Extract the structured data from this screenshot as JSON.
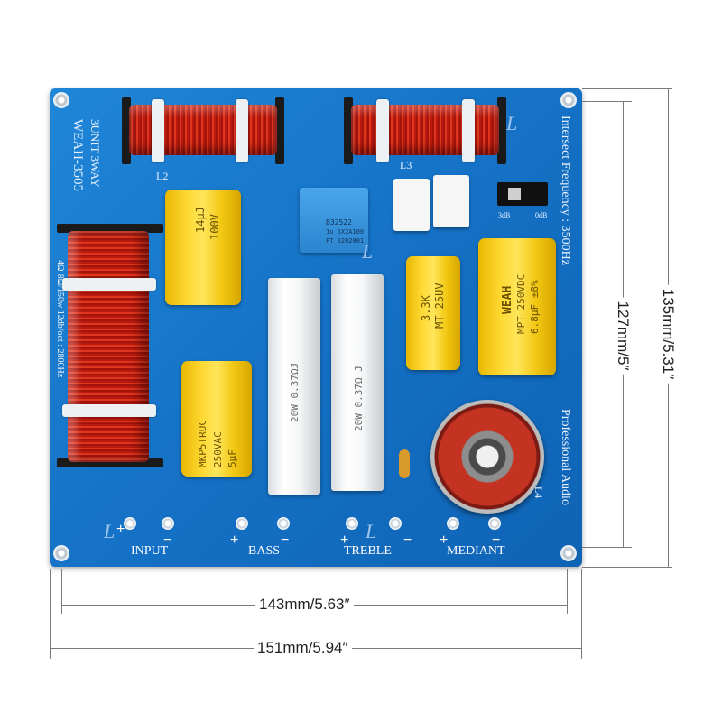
{
  "board": {
    "model": "WEAH-3505",
    "unit": "3UNIT 3WAY",
    "spec": "4Ω-8Ω/150w 12db/oct : 2800Hz",
    "intersect": "Intersect Frequency : 3500Hz",
    "brand_line": "Professional Audio",
    "coil_labels": [
      "L2",
      "L3",
      "L4"
    ],
    "switch_labels": [
      "3dB",
      "0dB"
    ],
    "terminals": [
      {
        "label": "INPUT",
        "plus": "+",
        "minus": "−"
      },
      {
        "label": "BASS",
        "plus": "+",
        "minus": "−"
      },
      {
        "label": "TREBLE",
        "plus": "+",
        "minus": "−"
      },
      {
        "label": "MEDIANT",
        "plus": "+",
        "minus": "−"
      }
    ],
    "L_marks": [
      "L",
      "L",
      "L",
      "L"
    ]
  },
  "components": {
    "cap1": {
      "line1": "14μJ",
      "line2": "100V"
    },
    "cap2": {
      "line1": "MKP5TRUC",
      "line2": "250VAC",
      "line3": "5μF"
    },
    "cap3": {
      "line1": "3.3K",
      "line2": "MT 25UV"
    },
    "cap4": {
      "line1": "WEAH",
      "line2": "MPT 250VDC",
      "line3": "6.8μF ±8%"
    },
    "res1": {
      "text": "20W 0.37ΩJ"
    },
    "res2": {
      "text": "20W 0.37Ω J"
    },
    "blue_cap": {
      "line1": "B32522",
      "line2": "1u 5X2A100",
      "line3": "FT 0202001"
    }
  },
  "dimensions": {
    "width_inner": "143mm/5.63″",
    "width_outer": "151mm/5.94″",
    "height_inner": "127mm/5″",
    "height_outer": "135mm/5.31″"
  },
  "colors": {
    "board": "#1470c4",
    "coil": "#d42a18",
    "capacitor": "#ffd935",
    "resistor": "#f4f6f7"
  }
}
